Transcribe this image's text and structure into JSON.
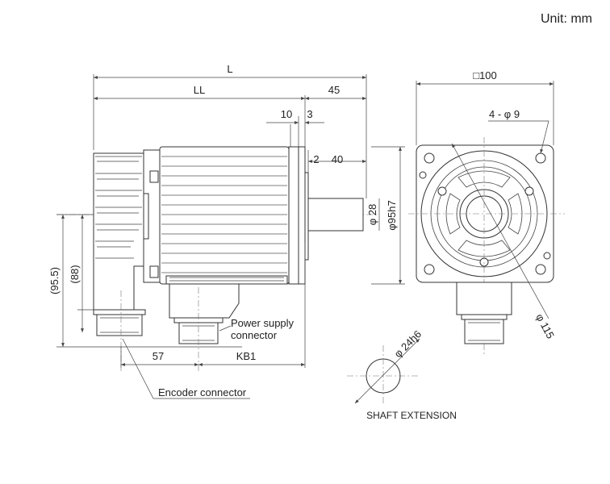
{
  "unit_label": "Unit: mm",
  "dims": {
    "L": "L",
    "LL": "LL",
    "d45": "45",
    "d10": "10",
    "d3": "3",
    "d2": "2",
    "d40": "40",
    "phi28": "φ 28",
    "phi95": "φ95h7",
    "d95_5": "(95.5)",
    "d88": "(88)",
    "d57": "57",
    "kb1": "KB1",
    "sq100": "□100",
    "holes": "4 - φ 9",
    "phi115": "φ 115",
    "phi24": "φ 24h6"
  },
  "labels": {
    "power_line1": "Power supply",
    "power_line2": "connector",
    "encoder": "Encoder connector",
    "shaft": "SHAFT EXTENSION"
  }
}
